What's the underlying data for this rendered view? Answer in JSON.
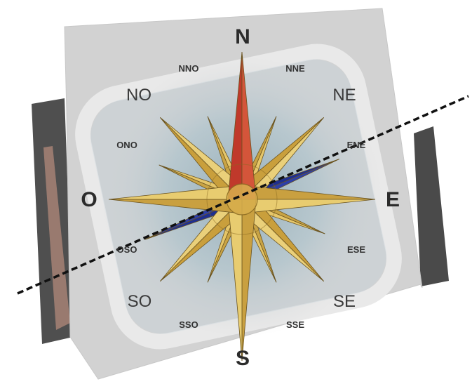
{
  "labels": {
    "north": "N",
    "south": "S",
    "east": "E",
    "west": "O",
    "northeast": "NE",
    "northwest": "NO",
    "southeast": "SE",
    "southwest": "SO",
    "nne": "NNE",
    "nno": "NNO",
    "ene": "ENE",
    "ono": "ONO",
    "ese": "ESE",
    "oso": "OSO",
    "sse": "SSE",
    "sso": "SSO"
  },
  "colors": {
    "north_point": "#c0392b",
    "cardinal_points": "#d9b24a",
    "intercardinal_points": "#d6ad45",
    "minor_points": "#cfa844",
    "highlight_points": "#1f2f8f",
    "axis_line": "#111111",
    "plate": "#d3d3d3",
    "plate_border": "#e6e6e6",
    "background_slab": "#4a4a4a"
  },
  "icons": {
    "rose": "compass-rose-icon",
    "axis": "dashed-line"
  }
}
